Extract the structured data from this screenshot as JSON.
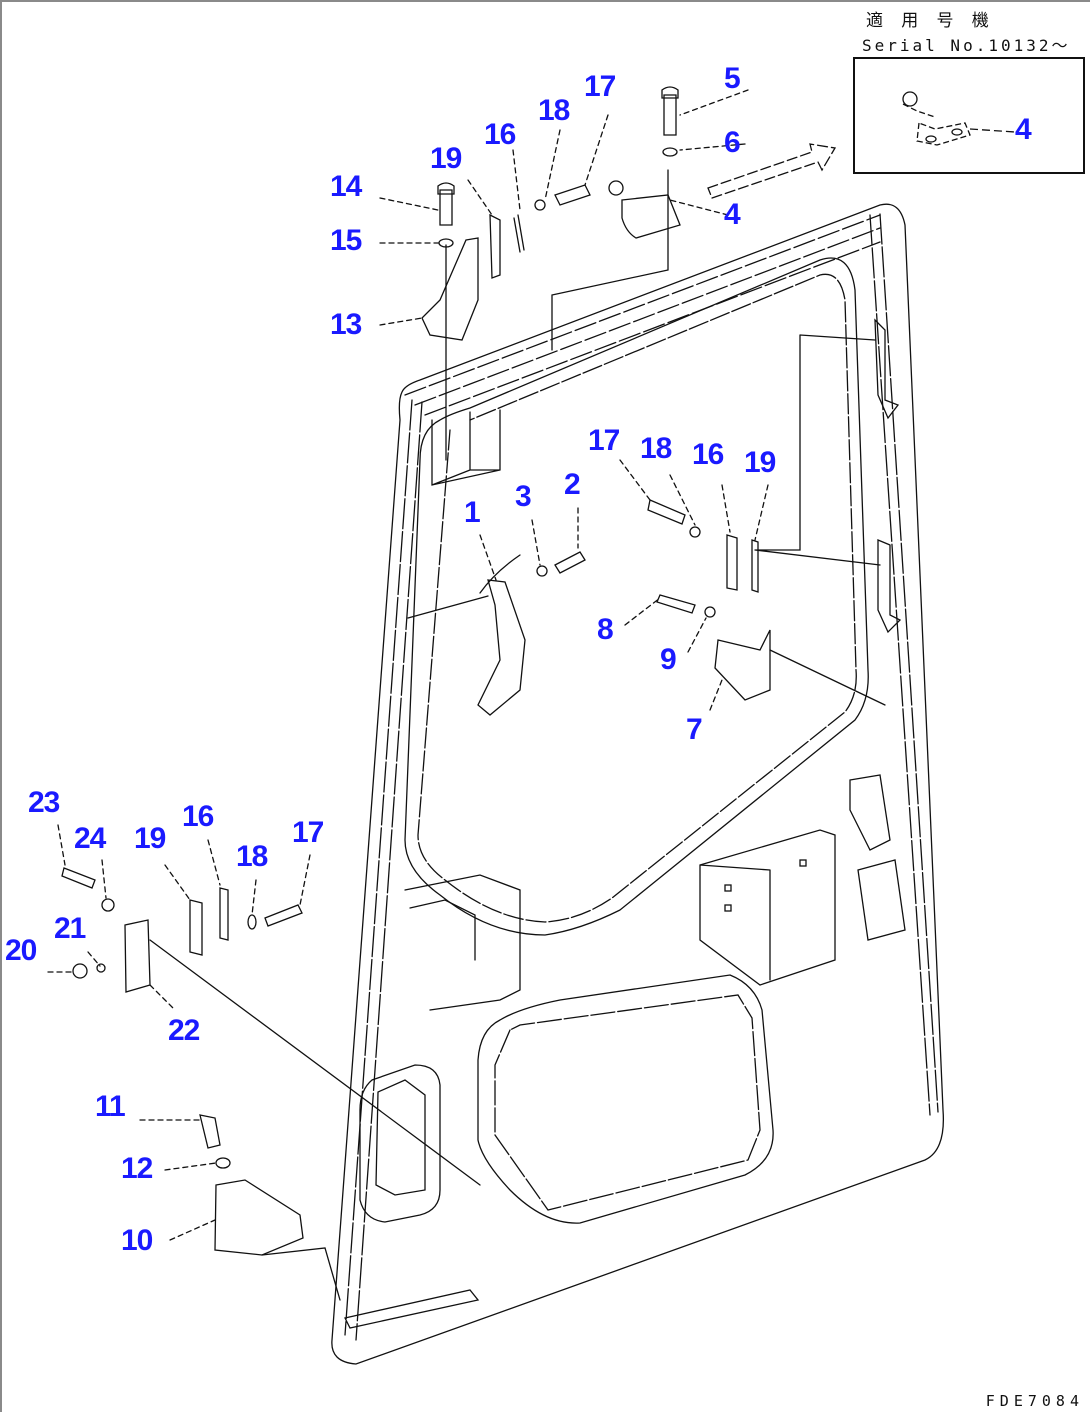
{
  "header": {
    "applicable_models_label": "適 用 号 機",
    "serial_label": "Serial No.10132～"
  },
  "inset": {
    "callout": "4"
  },
  "drawing_code": "FDE7084",
  "colors": {
    "callout": "#1a1aff",
    "line": "#111111",
    "frame": "#8a8a8a"
  },
  "callouts": [
    {
      "id": "5",
      "label": "5"
    },
    {
      "id": "6",
      "label": "6"
    },
    {
      "id": "4",
      "label": "4"
    },
    {
      "id": "17a",
      "label": "17"
    },
    {
      "id": "18a",
      "label": "18"
    },
    {
      "id": "16a",
      "label": "16"
    },
    {
      "id": "19a",
      "label": "19"
    },
    {
      "id": "14",
      "label": "14"
    },
    {
      "id": "15",
      "label": "15"
    },
    {
      "id": "13",
      "label": "13"
    },
    {
      "id": "17b",
      "label": "17"
    },
    {
      "id": "18b",
      "label": "18"
    },
    {
      "id": "16b",
      "label": "16"
    },
    {
      "id": "19b",
      "label": "19"
    },
    {
      "id": "1",
      "label": "1"
    },
    {
      "id": "3",
      "label": "3"
    },
    {
      "id": "2",
      "label": "2"
    },
    {
      "id": "8",
      "label": "8"
    },
    {
      "id": "9",
      "label": "9"
    },
    {
      "id": "7",
      "label": "7"
    },
    {
      "id": "23",
      "label": "23"
    },
    {
      "id": "24",
      "label": "24"
    },
    {
      "id": "19c",
      "label": "19"
    },
    {
      "id": "16c",
      "label": "16"
    },
    {
      "id": "18c",
      "label": "18"
    },
    {
      "id": "17c",
      "label": "17"
    },
    {
      "id": "20",
      "label": "20"
    },
    {
      "id": "21",
      "label": "21"
    },
    {
      "id": "22",
      "label": "22"
    },
    {
      "id": "11",
      "label": "11"
    },
    {
      "id": "12",
      "label": "12"
    },
    {
      "id": "10",
      "label": "10"
    }
  ]
}
